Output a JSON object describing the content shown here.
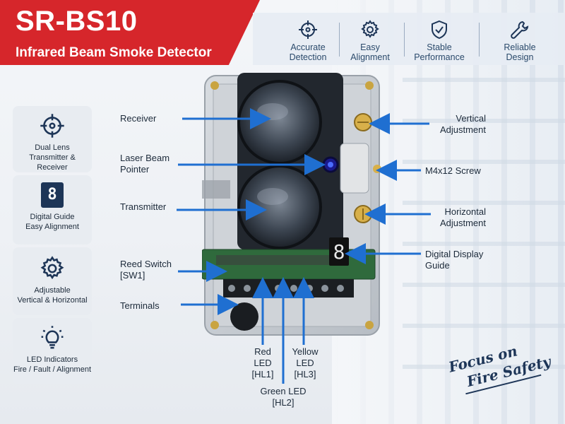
{
  "header": {
    "model": "SR-BS10",
    "subtitle": "Infrared Beam Smoke Detector"
  },
  "features": [
    {
      "icon": "crosshair-icon",
      "line1": "Accurate",
      "line2": "Detection"
    },
    {
      "icon": "gear-icon",
      "line1": "Easy",
      "line2": "Alignment"
    },
    {
      "icon": "shield-check-icon",
      "line1": "Stable",
      "line2": "Performance"
    },
    {
      "icon": "wrench-icon",
      "line1": "Reliable",
      "line2": "Design"
    }
  ],
  "cards": [
    {
      "icon": "crosshair-icon",
      "line1": "Dual Lens",
      "line2": "Transmitter & Receiver"
    },
    {
      "icon": "digit-display-icon",
      "digit": "8",
      "line1": "Digital Guide",
      "line2": "Easy Alignment"
    },
    {
      "icon": "gear-icon",
      "line1": "Adjustable",
      "line2": "Vertical & Horizontal"
    },
    {
      "icon": "lightbulb-icon",
      "line1": "LED Indicators",
      "line2": "Fire / Fault / Alignment"
    }
  ],
  "callouts": {
    "receiver": "Receiver",
    "laser_line1": "Laser Beam",
    "laser_line2": "Pointer",
    "transmitter": "Transmitter",
    "reed_line1": "Reed Switch",
    "reed_line2": "[SW1]",
    "terminals": "Terminals",
    "vertical_line1": "Vertical",
    "vertical_line2": "Adjustment",
    "screw": "M4x12 Screw",
    "horizontal_line1": "Horizontal",
    "horizontal_line2": "Adjustment",
    "display_line1": "Digital Display",
    "display_line2": "Guide",
    "red_line1": "Red",
    "red_line2": "LED",
    "red_line3": "[HL1]",
    "yellow_line1": "Yellow",
    "yellow_line2": "LED",
    "yellow_line3": "[HL3]",
    "green_line1": "Green LED",
    "green_line2": "[HL2]"
  },
  "display_digit": "8",
  "slogan": {
    "line1": "Focus on",
    "line2": "Fire Safety"
  },
  "colors": {
    "brand_red": "#d6262b",
    "arrow_blue": "#1f6fd1",
    "navy": "#1d3557"
  }
}
